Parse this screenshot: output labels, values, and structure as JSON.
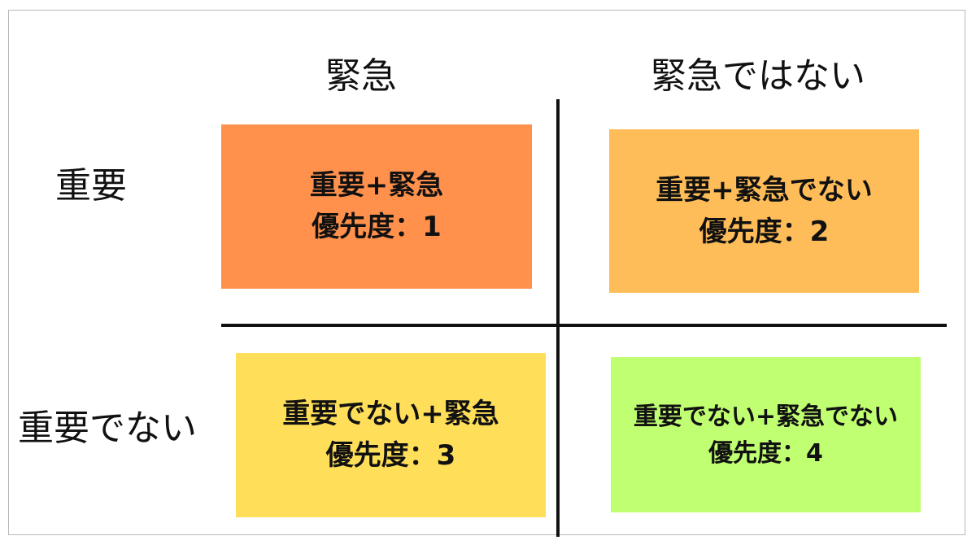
{
  "axes": {
    "columns": [
      "緊急",
      "緊急ではない"
    ],
    "rows": [
      "重要",
      "重要でない"
    ]
  },
  "quadrants": [
    {
      "title": "重要+緊急",
      "priority": "優先度：1",
      "color": "#ff914d"
    },
    {
      "title": "重要+緊急でない",
      "priority": "優先度：2",
      "color": "#ffbd59"
    },
    {
      "title": "重要でない+緊急",
      "priority": "優先度：3",
      "color": "#ffde59"
    },
    {
      "title": "重要でない+緊急でない",
      "priority": "優先度：4",
      "color": "#c1ff72"
    }
  ]
}
